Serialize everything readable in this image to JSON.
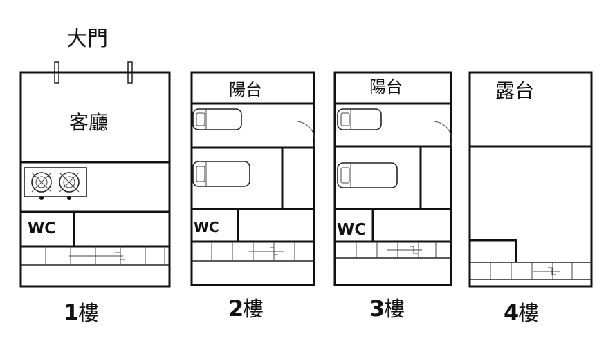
{
  "entrance": {
    "label": "大門"
  },
  "floors": [
    {
      "number": "1",
      "suffix": "樓",
      "rooms": {
        "living": "客廳",
        "wc": "WC"
      }
    },
    {
      "number": "2",
      "suffix": "樓",
      "rooms": {
        "balcony": "陽台",
        "wc": "WC"
      }
    },
    {
      "number": "3",
      "suffix": "樓",
      "rooms": {
        "balcony": "陽台",
        "wc": "WC"
      }
    },
    {
      "number": "4",
      "suffix": "樓",
      "rooms": {
        "terrace": "露台"
      }
    }
  ]
}
